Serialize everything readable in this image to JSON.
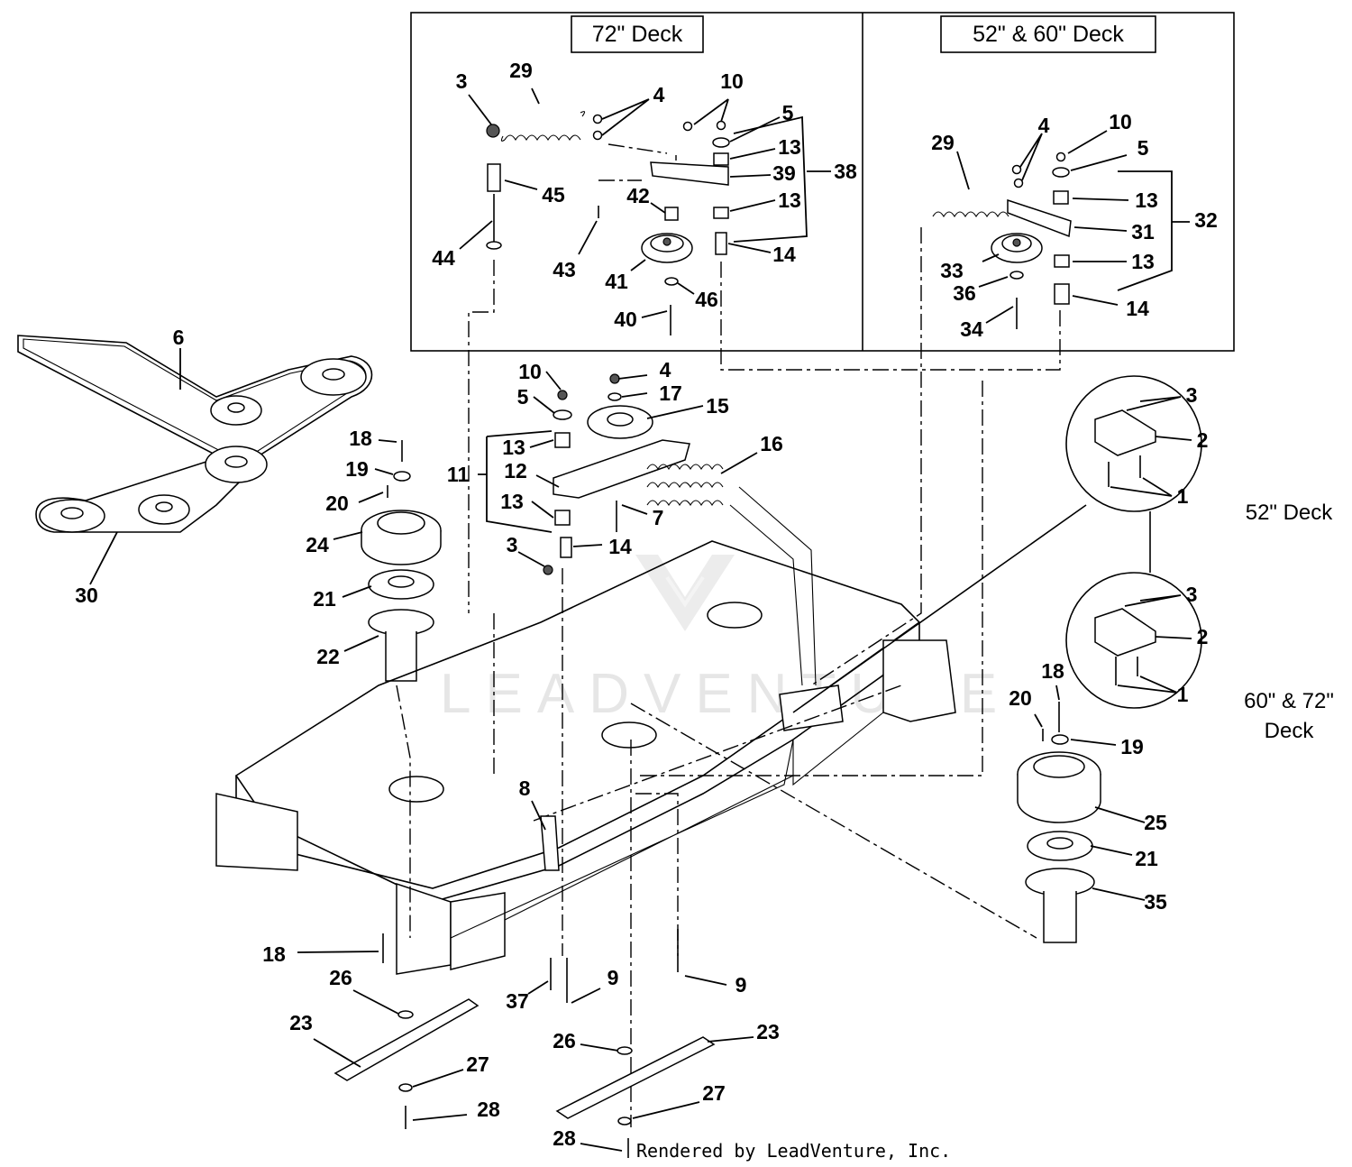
{
  "panels": {
    "deck72_title": "72\" Deck",
    "deck52_60_title": "52\" & 60\" Deck"
  },
  "insets": {
    "inset_a_caption": "52\" Deck",
    "inset_b_caption_line1": "60\" & 72\"",
    "inset_b_caption_line2": "Deck"
  },
  "credit": "Rendered by LeadVenture, Inc.",
  "watermark": "LEADVENTURE",
  "callouts": {
    "c3a": "3",
    "c29a": "29",
    "c4a": "4",
    "c10a": "10",
    "c5a": "5",
    "c13a": "13",
    "c39": "39",
    "c38": "38",
    "c45": "45",
    "c42": "42",
    "c13b": "13",
    "c44": "44",
    "c43": "43",
    "c14a": "14",
    "c41": "41",
    "c46": "46",
    "c40": "40",
    "c29b": "29",
    "c4b": "4",
    "c10b": "10",
    "c5b": "5",
    "c13c": "13",
    "c31": "31",
    "c32": "32",
    "c33": "33",
    "c13d": "13",
    "c36": "36",
    "c14b": "14",
    "c34": "34",
    "c6": "6",
    "c30": "30",
    "c18a": "18",
    "c19a": "19",
    "c20a": "20",
    "c24": "24",
    "c21a": "21",
    "c22": "22",
    "c10c": "10",
    "c4c": "4",
    "c17": "17",
    "c15": "15",
    "c5c": "5",
    "c16": "16",
    "c13e": "13",
    "c11": "11",
    "c12": "12",
    "c13f": "13",
    "c7": "7",
    "c3b": "3",
    "c14c": "14",
    "c3c": "3",
    "c2a": "2",
    "c1a": "1",
    "c3d": "3",
    "c2b": "2",
    "c1b": "1",
    "c18b": "18",
    "c20b": "20",
    "c19b": "19",
    "c25": "25",
    "c21b": "21",
    "c35": "35",
    "c8": "8",
    "c18c": "18",
    "c26a": "26",
    "c37": "37",
    "c9a": "9",
    "c9b": "9",
    "c23a": "23",
    "c27a": "27",
    "c28a": "28",
    "c26b": "26",
    "c23b": "23",
    "c27b": "27",
    "c28b": "28"
  }
}
